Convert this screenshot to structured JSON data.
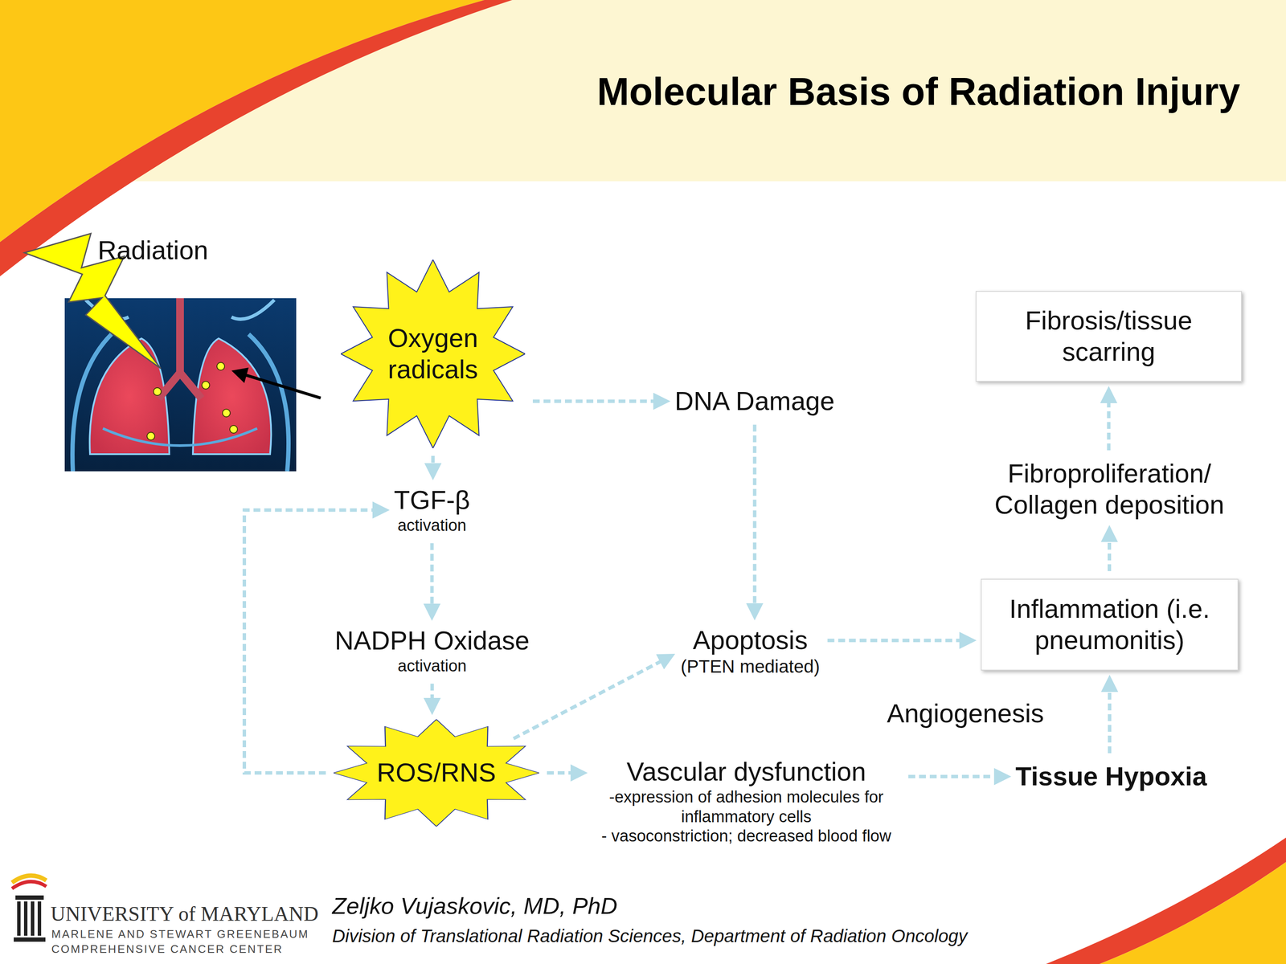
{
  "diagram": {
    "title": "Molecular Basis of Radiation Injury",
    "nodes": [
      {
        "text": [
          "Oxygen radicals"
        ]
      },
      {
        "text": [
          "Fibrosis/tissue scarring"
        ]
      },
      {
        "text": [
          "DNA Damage"
        ]
      },
      {
        "text": [
          "TGF-β",
          "activation"
        ]
      },
      {
        "text": [
          "Fibroproliferation/ Collagen deposition"
        ]
      },
      {
        "text": [
          "NADPH Oxidase",
          "activation"
        ]
      },
      {
        "text": [
          "Apoptosis",
          "(PTEN mediated)"
        ]
      },
      {
        "text": [
          "Inflammation (i.e. pneumonitis)"
        ]
      },
      {
        "text": [
          "ROS/RNS"
        ]
      },
      {
        "text": [
          "Vascular dysfunction",
          "-expression of adhesion molecules for inflammatory cells",
          "- vasoconstriction; decreased blood flow"
        ]
      },
      {
        "text": [
          "Tissue Hypoxia"
        ]
      }
    ],
    "edges": [
      {
        "from": 0,
        "to": 2,
        "arrow": "to"
      },
      {
        "from": 0,
        "to": 3,
        "arrow": "to"
      },
      {
        "from": 3,
        "to": 5,
        "arrow": "to"
      },
      {
        "from": 5,
        "to": 8,
        "arrow": "to"
      },
      {
        "from": 8,
        "to": 3,
        "arrow": "to"
      },
      {
        "from": 8,
        "to": 6,
        "arrow": "to"
      },
      {
        "from": 2,
        "to": 6,
        "arrow": "to"
      },
      {
        "from": 6,
        "to": 7,
        "arrow": "to"
      },
      {
        "from": 8,
        "to": 9,
        "arrow": "to"
      },
      {
        "from": 9,
        "to": 10,
        "arrow": "to"
      },
      {
        "from": 10,
        "to": 7,
        "arrow": "to"
      },
      {
        "from": 7,
        "to": 4,
        "arrow": "to"
      },
      {
        "from": 4,
        "to": 1,
        "arrow": "to"
      }
    ],
    "labels": [
      "Radiation",
      "Angiogenesis",
      "UNIVERSITY of MARYLAND",
      "MARLENE AND STEWART GREENEBAUM",
      "COMPREHENSIVE CANCER CENTER",
      "Zeljko Vujaskovic, MD, PhD",
      "Division of Translational Radiation Sciences, Department of Radiation Oncology"
    ]
  }
}
